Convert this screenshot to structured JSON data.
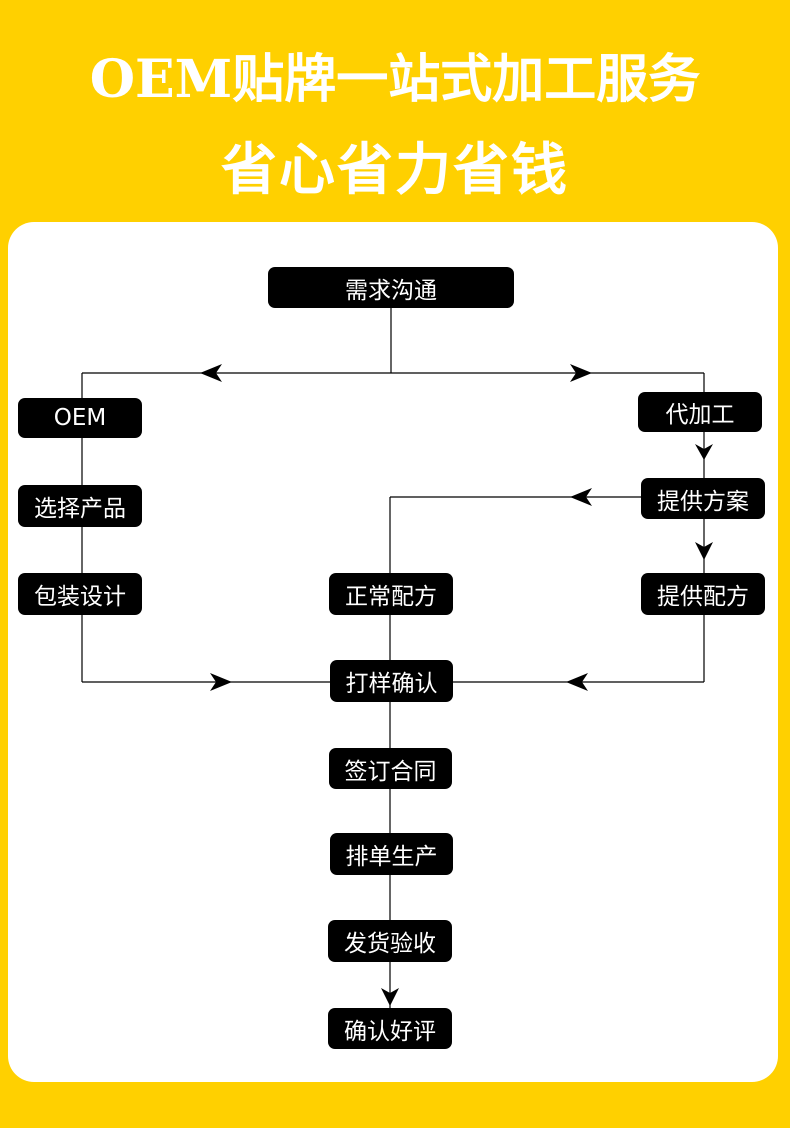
{
  "header": {
    "line1": "OEM贴牌一站式加工服务",
    "line2": "省心省力省钱"
  },
  "flowchart": {
    "nodes": {
      "demand": "需求沟通",
      "oem": "OEM",
      "select_product": "选择产品",
      "package_design": "包装设计",
      "contract_processing": "代加工",
      "provide_plan": "提供方案",
      "standard_formula": "正常配方",
      "provide_formula": "提供配方",
      "sample_confirm": "打样确认",
      "sign_contract": "签订合同",
      "schedule_production": "排单生产",
      "ship_inspect": "发货验收",
      "confirm_review": "确认好评"
    },
    "edges": [
      {
        "from": "demand",
        "to": "oem"
      },
      {
        "from": "demand",
        "to": "contract_processing"
      },
      {
        "from": "oem",
        "to": "select_product"
      },
      {
        "from": "select_product",
        "to": "package_design"
      },
      {
        "from": "package_design",
        "to": "sample_confirm"
      },
      {
        "from": "contract_processing",
        "to": "provide_plan"
      },
      {
        "from": "provide_plan",
        "to": "standard_formula"
      },
      {
        "from": "provide_plan",
        "to": "provide_formula"
      },
      {
        "from": "provide_formula",
        "to": "sample_confirm"
      },
      {
        "from": "standard_formula",
        "to": "sample_confirm"
      },
      {
        "from": "sample_confirm",
        "to": "sign_contract"
      },
      {
        "from": "sign_contract",
        "to": "schedule_production"
      },
      {
        "from": "schedule_production",
        "to": "ship_inspect"
      },
      {
        "from": "ship_inspect",
        "to": "confirm_review"
      }
    ]
  },
  "colors": {
    "background": "#ffd000",
    "card": "#ffffff",
    "node_fill": "#000000",
    "node_text": "#ffffff",
    "line": "#000000"
  }
}
